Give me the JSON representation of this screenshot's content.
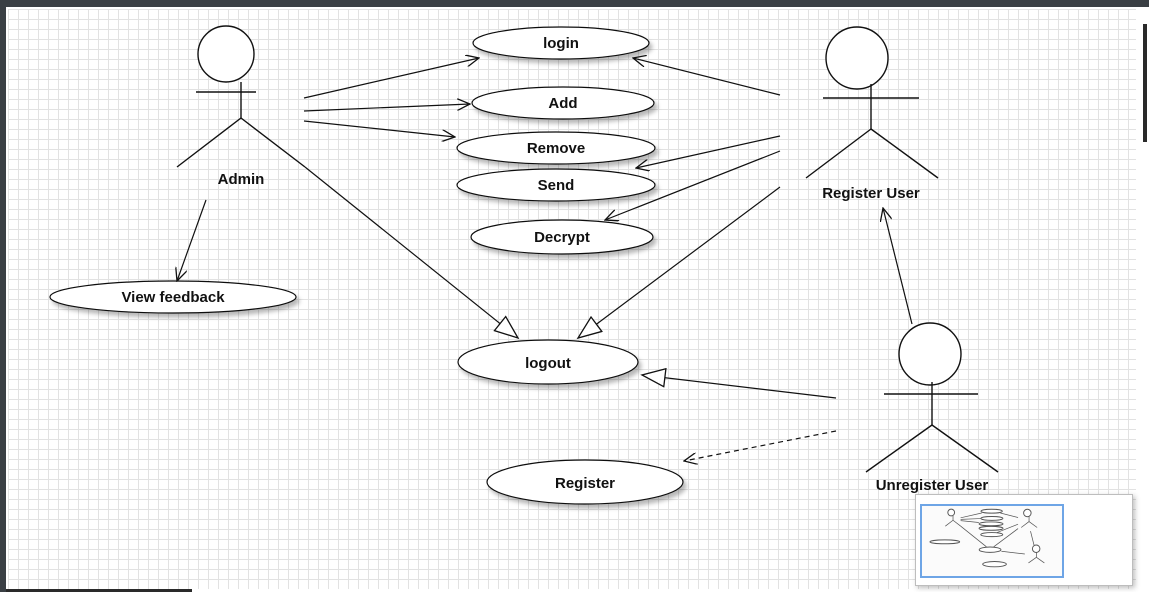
{
  "actors": {
    "admin": "Admin",
    "register_user": "Register User",
    "unregister_user": "Unregister User"
  },
  "use_cases": {
    "login": "login",
    "add": "Add",
    "remove": "Remove",
    "send": "Send",
    "decrypt": "Decrypt",
    "view_feedback": "View feedback",
    "logout": "logout",
    "register": "Register"
  },
  "colors": {
    "line": "#111111",
    "grid": "#e2e2e2",
    "frame": "#3a3f44",
    "overview_border": "#6ea5e6"
  }
}
